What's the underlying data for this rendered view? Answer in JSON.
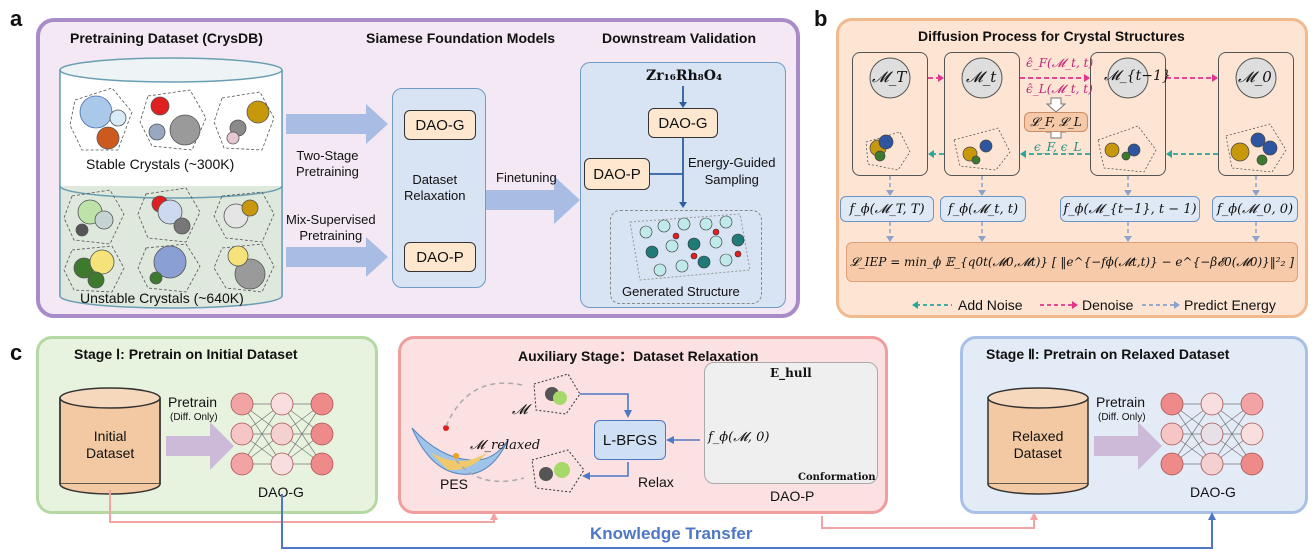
{
  "panel_a": {
    "label": "a",
    "col_titles": [
      "Pretraining Dataset (CrysDB)",
      "Siamese Foundation Models",
      "Downstream Validation"
    ],
    "stable": "Stable Crystals (~300K)",
    "unstable": "Unstable Crystals (~640K)",
    "two_stage": [
      "Two-Stage",
      "Pretraining"
    ],
    "mix_sup": [
      "Mix-Supervised",
      "Pretraining"
    ],
    "dao_g": "DAO-G",
    "dao_p": "DAO-P",
    "dataset_relax": [
      "Dataset",
      "Relaxation"
    ],
    "finetuning": "Finetuning",
    "formula": "Zr₁₆Rh₈O₄",
    "energy_guided": [
      "Energy-Guided",
      "Sampling"
    ],
    "generated": "Generated Structure"
  },
  "panel_b": {
    "label": "b",
    "title": "Diffusion Process for Crystal Structures",
    "states": [
      "𝓜_T",
      "𝓜_t",
      "𝓜_{t−1}",
      "𝓜_0"
    ],
    "eps_f": "ϵ̂_F(𝓜_t, t)",
    "eps_l": "ϵ̂_L(𝓜_t, t)",
    "loss_fl": "𝓛_F, 𝓛_L",
    "eps_true": "ϵ_F, ϵ_L",
    "f_boxes": [
      "f_ϕ(𝓜_T, T)",
      "f_ϕ(𝓜_t, t)",
      "f_ϕ(𝓜_{t−1}, t − 1)",
      "f_ϕ(𝓜_0, 0)"
    ],
    "loss_iep": "𝓛_IEP = min_ϕ 𝔼_{q0t(𝓜0,𝓜t)} [ ‖e^{−fϕ(𝓜t,t)} − e^{−β𝓔0(𝓜0)}‖²₂ ]",
    "legend": [
      "Add Noise",
      "Denoise",
      "Predict Energy"
    ]
  },
  "panel_c": {
    "label": "c",
    "stage1_title": "Stage Ⅰ: Pretrain on Initial Dataset",
    "aux_title": "Auxiliary Stage：Dataset Relaxation",
    "stage2_title": "Stage Ⅱ: Pretrain on Relaxed Dataset",
    "initial_dataset": [
      "Initial",
      "Dataset"
    ],
    "relaxed_dataset": [
      "Relaxed",
      "Dataset"
    ],
    "pretrain": "Pretrain",
    "diff_only": "(Diff. Only)",
    "dao_g": "DAO-G",
    "dao_p": "DAO-P",
    "pes": "PES",
    "m": "𝓜",
    "m_relaxed": "𝓜_relaxed",
    "lbfgs": "L-BFGS",
    "relax": "Relax",
    "f_phi": "f_ϕ(𝓜, 0)",
    "e_hull": "E_hull",
    "conformation": "Conformation",
    "knowledge_transfer": "Knowledge Transfer"
  },
  "colors": {
    "panel_a_bg": "#f3e8f3",
    "panel_a_border": "#a98bc9",
    "panel_b_bg": "#fde4d3",
    "panel_b_border": "#f2b98f",
    "stage1_bg": "#e8f3df",
    "stage1_border": "#b6d8a3",
    "aux_bg": "#fbe1e1",
    "aux_border": "#ef9d9d",
    "stage2_bg": "#e3ebf7",
    "stage2_border": "#a8c0e6",
    "transfer_blue": "#4f78c4"
  }
}
